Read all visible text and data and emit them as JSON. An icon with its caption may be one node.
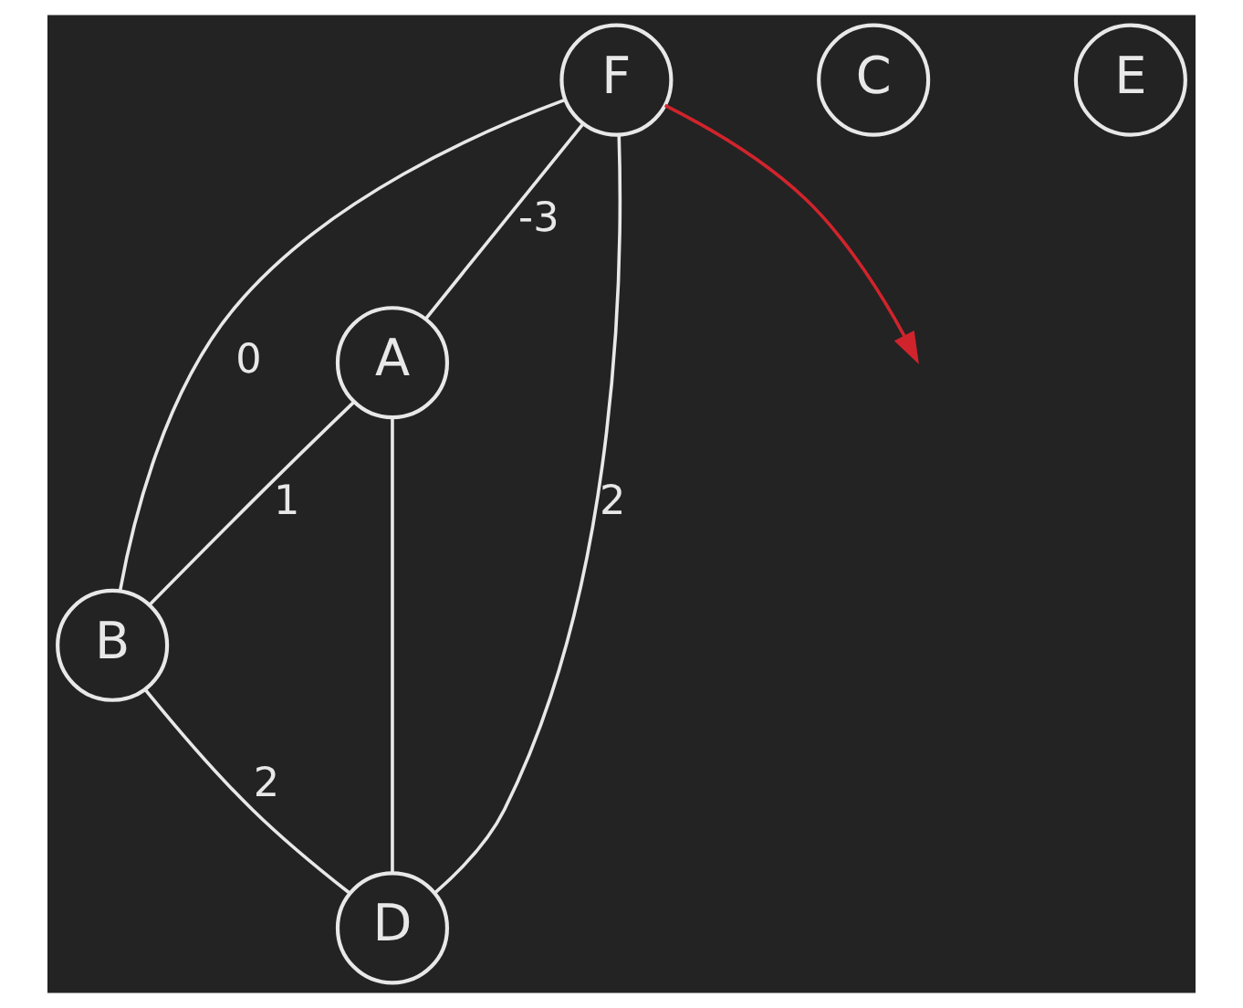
{
  "diagram": {
    "nodes": [
      {
        "text": [
          "B"
        ]
      },
      {
        "text": [
          "A"
        ]
      },
      {
        "text": [
          "D"
        ]
      },
      {
        "text": [
          "F"
        ]
      },
      {
        "text": [
          "C"
        ]
      },
      {
        "text": [
          "E"
        ]
      }
    ],
    "edges": [
      {
        "from": 3,
        "to": 0,
        "arrow": "none",
        "label": "0"
      },
      {
        "from": 1,
        "to": 0,
        "arrow": "none",
        "label": "1"
      },
      {
        "from": 0,
        "to": 2,
        "arrow": "none",
        "label": "2"
      },
      {
        "from": 1,
        "to": 2,
        "arrow": "none"
      },
      {
        "from": 3,
        "to": 1,
        "arrow": "none",
        "label": "-3"
      },
      {
        "from": 3,
        "to": 2,
        "arrow": "none",
        "label": "2"
      },
      {
        "from": 3,
        "to": null,
        "arrow": "to",
        "color": "#d0242c"
      }
    ]
  }
}
